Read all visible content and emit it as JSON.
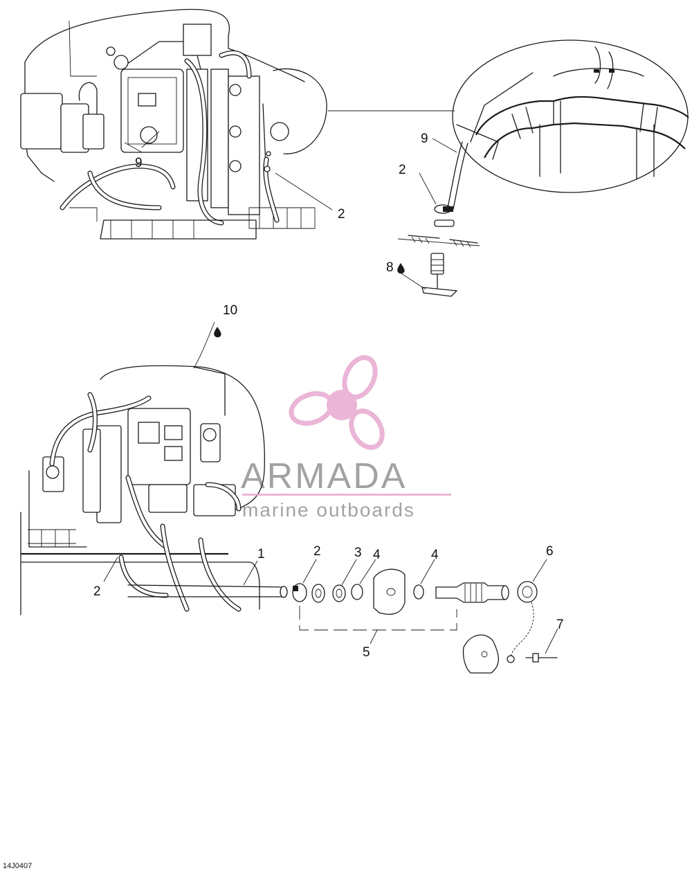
{
  "drawing_ref": "14J0407",
  "watermark": {
    "brand": "ARMADA",
    "tagline": "marine outboards",
    "color": "#e7a9d0"
  },
  "callouts": {
    "top_2_engine": "2",
    "top_9_engine": "9",
    "top_9": "9",
    "top_2": "2",
    "top_8": "8",
    "top_10": "10",
    "bottom_1": "1",
    "bottom_2_engine": "2",
    "bottom_2": "2",
    "bottom_3": "3",
    "bottom_4a": "4",
    "bottom_4b": "4",
    "bottom_5": "5",
    "bottom_6": "6",
    "bottom_7": "7"
  },
  "lubricant_icons": [
    "drop-icon-8",
    "drop-icon-10"
  ]
}
